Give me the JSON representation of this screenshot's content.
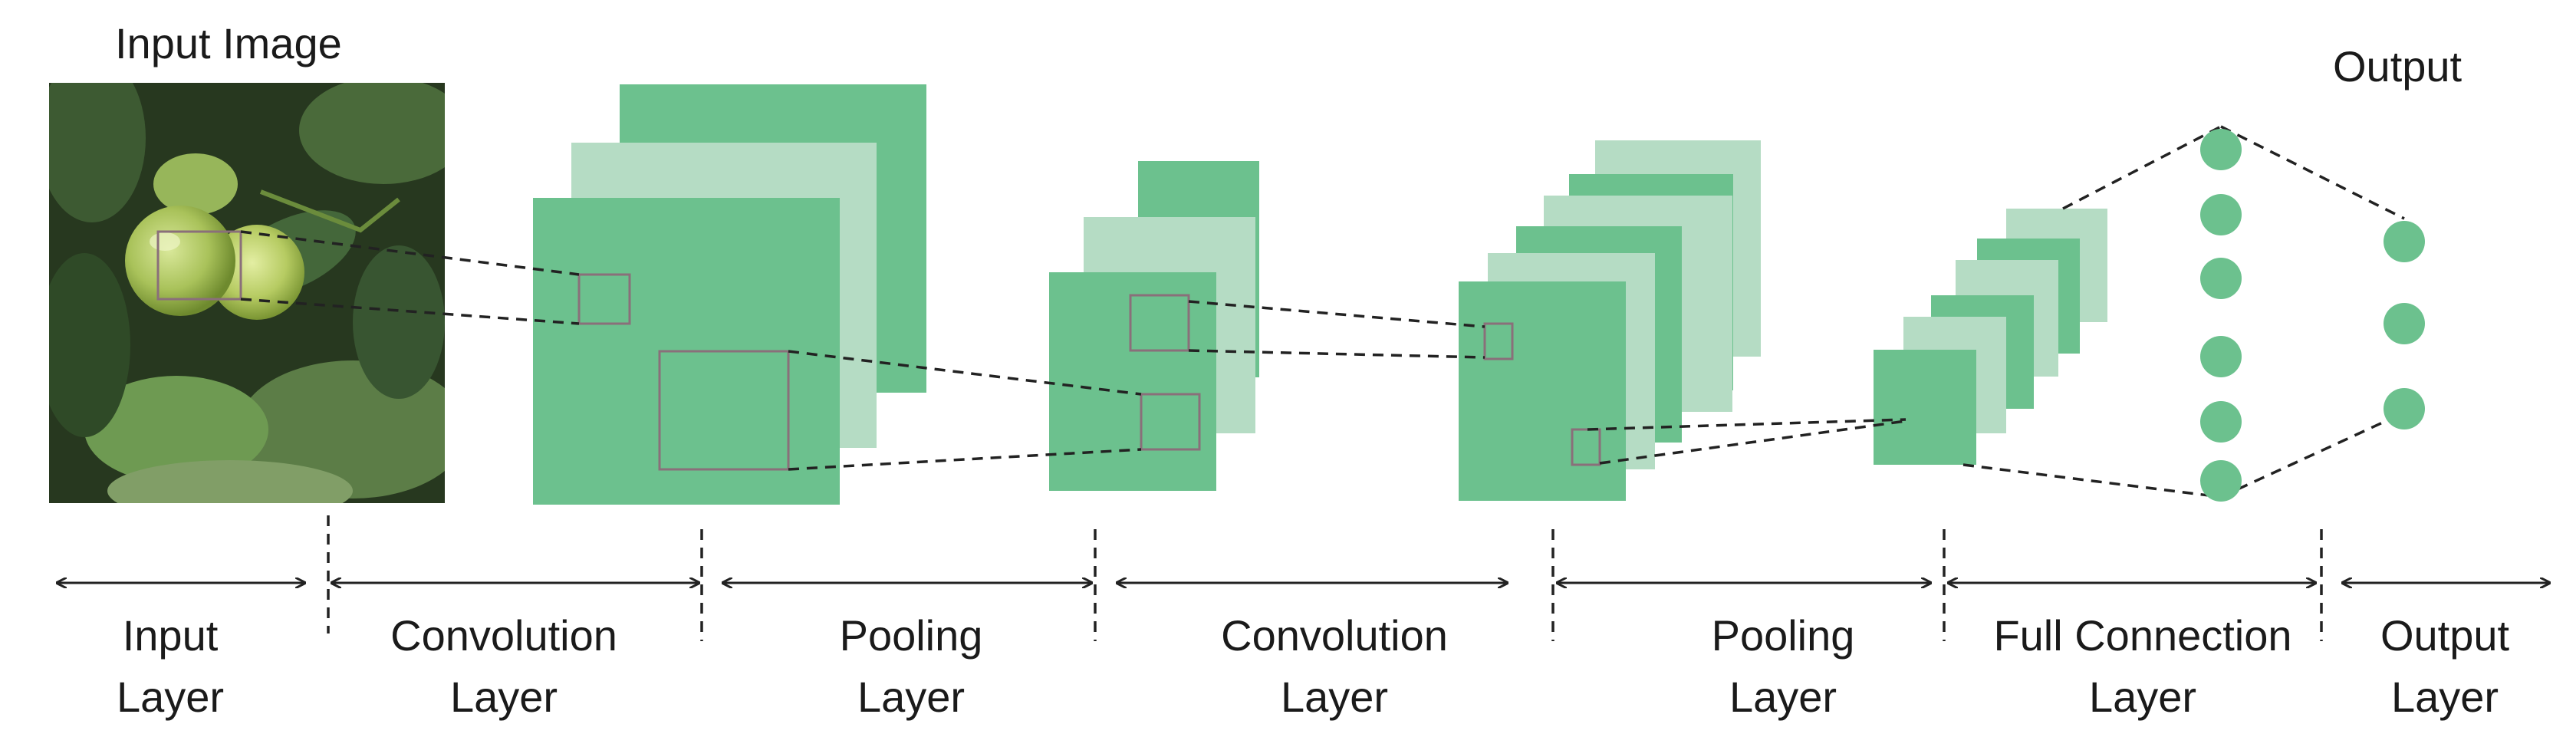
{
  "title_input": "Input Image",
  "title_output": "Output",
  "layers": [
    {
      "line1": "Input",
      "line2": "Layer"
    },
    {
      "line1": "Convolution",
      "line2": "Layer"
    },
    {
      "line1": "Pooling",
      "line2": "Layer"
    },
    {
      "line1": "Convolution",
      "line2": "Layer"
    },
    {
      "line1": "Pooling",
      "line2": "Layer"
    },
    {
      "line1": "Full Connection",
      "line2": "Layer"
    },
    {
      "line1": "Output",
      "line2": "Layer"
    }
  ],
  "colors": {
    "dark_green": "#6cc18e",
    "light_green": "#b5dcc4",
    "filter_box": "#8a6f7a",
    "line": "#222222"
  },
  "icons": [
    "tomato-photo",
    "double-arrow-icon"
  ]
}
